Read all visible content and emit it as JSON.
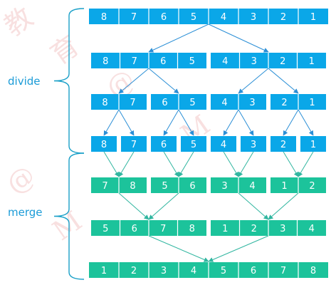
{
  "labels": {
    "divide": "divide",
    "merge": "merge"
  },
  "watermark": [
    "教",
    "育",
    "@",
    "M",
    "@",
    "M"
  ],
  "colors": {
    "divide_fill": "#0aa7e8",
    "merge_fill": "#1cc39b",
    "arrow_blue": "#2b8fd6",
    "arrow_green": "#30b6a0",
    "brace": "#1aa0c8",
    "label": "#1a9bd7",
    "text": "#ffffff"
  },
  "divide_rows": [
    [
      [
        "8",
        "7",
        "6",
        "5",
        "4",
        "3",
        "2",
        "1"
      ]
    ],
    [
      [
        "8",
        "7",
        "6",
        "5"
      ],
      [
        "4",
        "3",
        "2",
        "1"
      ]
    ],
    [
      [
        "8",
        "7"
      ],
      [
        "6",
        "5"
      ],
      [
        "4",
        "3"
      ],
      [
        "2",
        "1"
      ]
    ],
    [
      [
        "8"
      ],
      [
        "7"
      ],
      [
        "6"
      ],
      [
        "5"
      ],
      [
        "4"
      ],
      [
        "3"
      ],
      [
        "2"
      ],
      [
        "1"
      ]
    ]
  ],
  "merge_rows": [
    [
      [
        "7",
        "8"
      ],
      [
        "5",
        "6"
      ],
      [
        "3",
        "4"
      ],
      [
        "1",
        "2"
      ]
    ],
    [
      [
        "5",
        "6",
        "7",
        "8"
      ],
      [
        "1",
        "2",
        "3",
        "4"
      ]
    ],
    [
      [
        "1",
        "2",
        "3",
        "4",
        "5",
        "6",
        "7",
        "8"
      ]
    ]
  ]
}
